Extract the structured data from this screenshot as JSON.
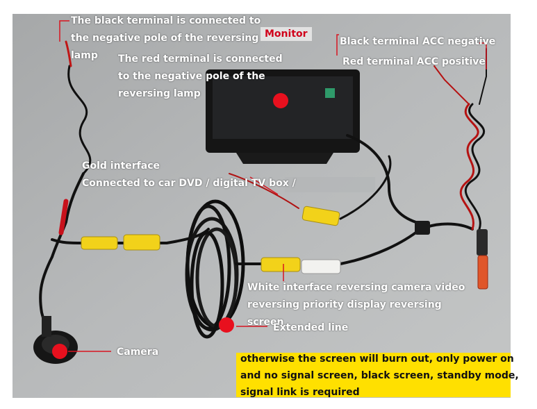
{
  "labels": {
    "black_terminal_lamp": "The black terminal is connected to the negative pole of the reversing lamp",
    "monitor": "Monitor",
    "red_terminal_lamp": "The red terminal is connected to the negative pole of the reversing lamp",
    "black_acc": "Black terminal ACC negative",
    "red_acc": "Red terminal ACC positive",
    "gold_interface": "Gold interface",
    "connected_dvd": "Connected to car DVD / digital TV box /",
    "white_interface": "White interface reversing camera video reversing priority display reversing screen",
    "extended_line": "Extended line",
    "camera": "Camera"
  },
  "warning": "otherwise the screen will burn out, only power on and no signal screen, black screen, standby mode, signal link is required",
  "colors": {
    "marker_red": "#e8101e",
    "warning_bg": "#ffe000",
    "monitor_label": "#d0021b",
    "rca_yellow": "#f2d21a"
  }
}
